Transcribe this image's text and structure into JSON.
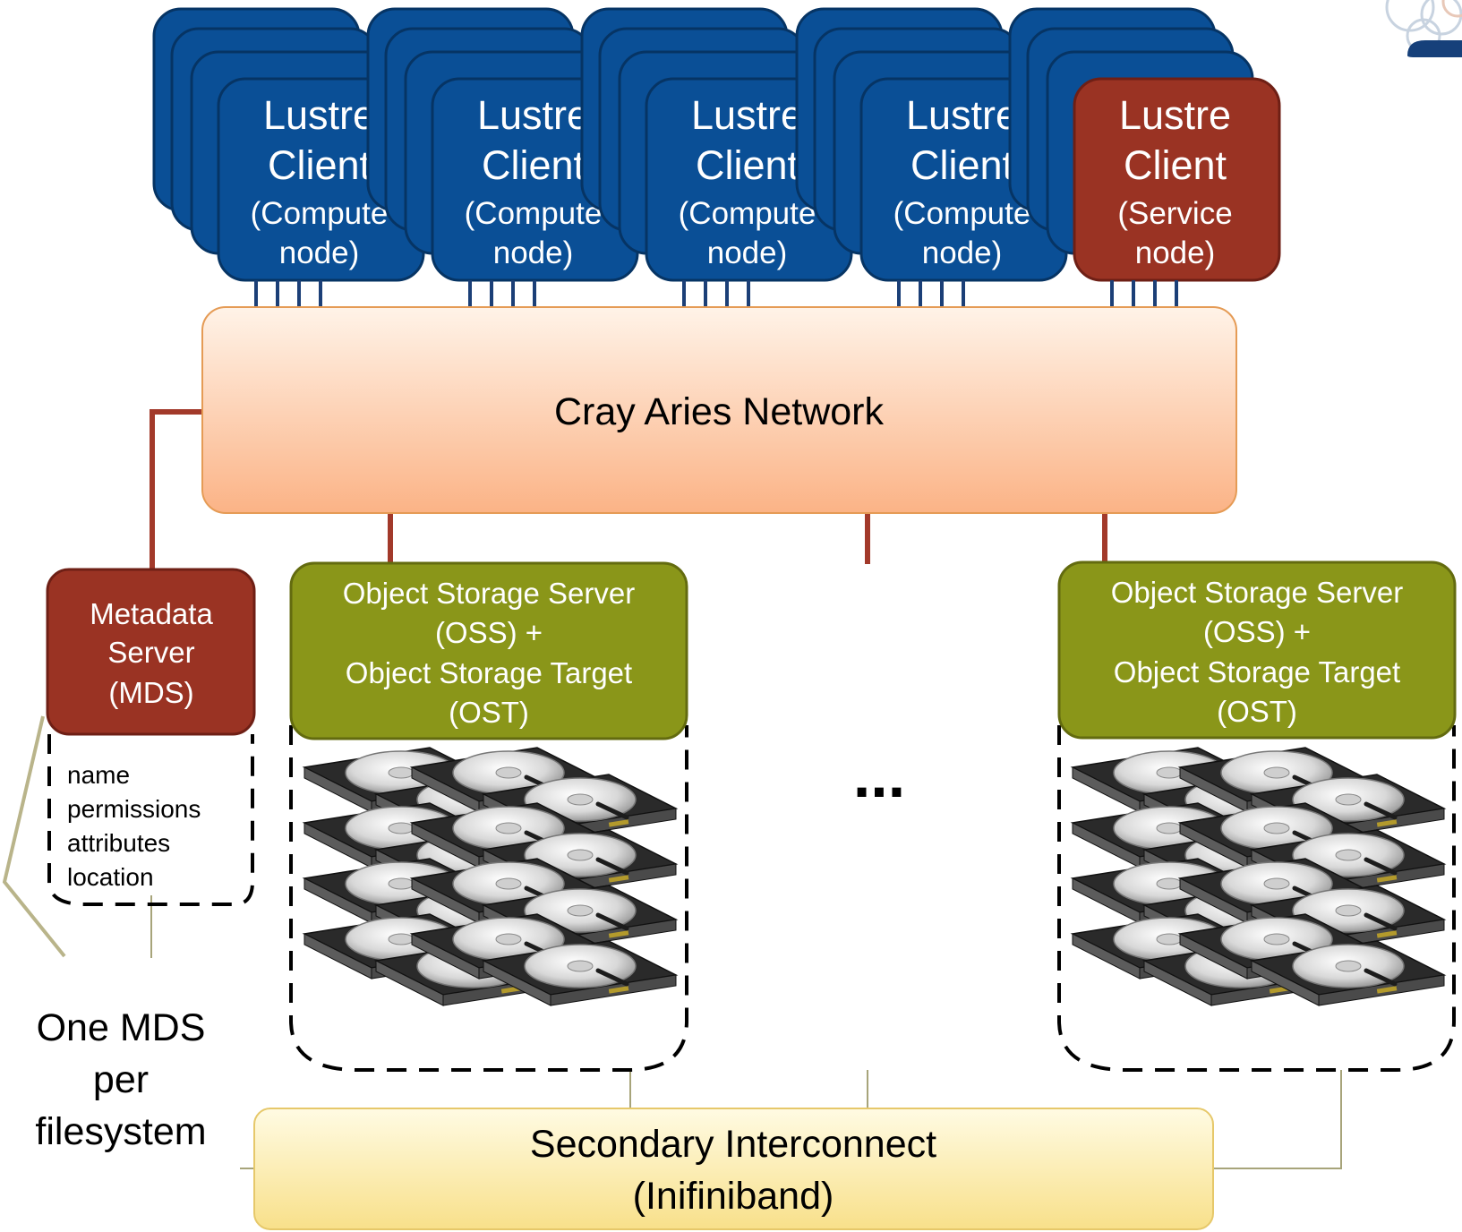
{
  "clients": [
    {
      "line1": "Lustre",
      "line2": "Client",
      "line3": "(Compute",
      "line4": "node)",
      "kind": "compute"
    },
    {
      "line1": "Lustre",
      "line2": "Client",
      "line3": "(Compute",
      "line4": "node)",
      "kind": "compute"
    },
    {
      "line1": "Lustre",
      "line2": "Client",
      "line3": "(Compute",
      "line4": "node)",
      "kind": "compute"
    },
    {
      "line1": "Lustre",
      "line2": "Client",
      "line3": "(Compute",
      "line4": "node)",
      "kind": "compute"
    },
    {
      "line1": "Lustre",
      "line2": "Client",
      "line3": "(Service",
      "line4": "node)",
      "kind": "service"
    }
  ],
  "network": {
    "label": "Cray Aries Network"
  },
  "mds": {
    "line1": "Metadata",
    "line2": "Server",
    "line3": "(MDS)",
    "attributes": [
      "name",
      "permissions",
      "attributes",
      "location"
    ]
  },
  "oss": [
    {
      "line1": "Object Storage Server",
      "line2": "(OSS) +",
      "line3": "Object Storage Target",
      "line4": "(OST)"
    },
    {
      "line1": "Object Storage Server",
      "line2": "(OSS) +",
      "line3": "Object Storage Target",
      "line4": "(OST)"
    }
  ],
  "ellipsis": "...",
  "note": {
    "line1": "One MDS",
    "line2": "per",
    "line3": "filesystem"
  },
  "interconnect": {
    "line1": "Secondary Interconnect",
    "line2": "(Inifiniband)"
  },
  "colors": {
    "client_compute": "#0a4f96",
    "client_service": "#9a3323",
    "mds": "#9a3323",
    "oss": "#8a9619",
    "network_top": "#fff1e4",
    "network_bottom": "#fbb88b",
    "interconnect_top": "#fffbe0",
    "interconnect_bottom": "#f9e38e",
    "link_red": "#a2392a",
    "link_olive": "#a7a47a"
  }
}
